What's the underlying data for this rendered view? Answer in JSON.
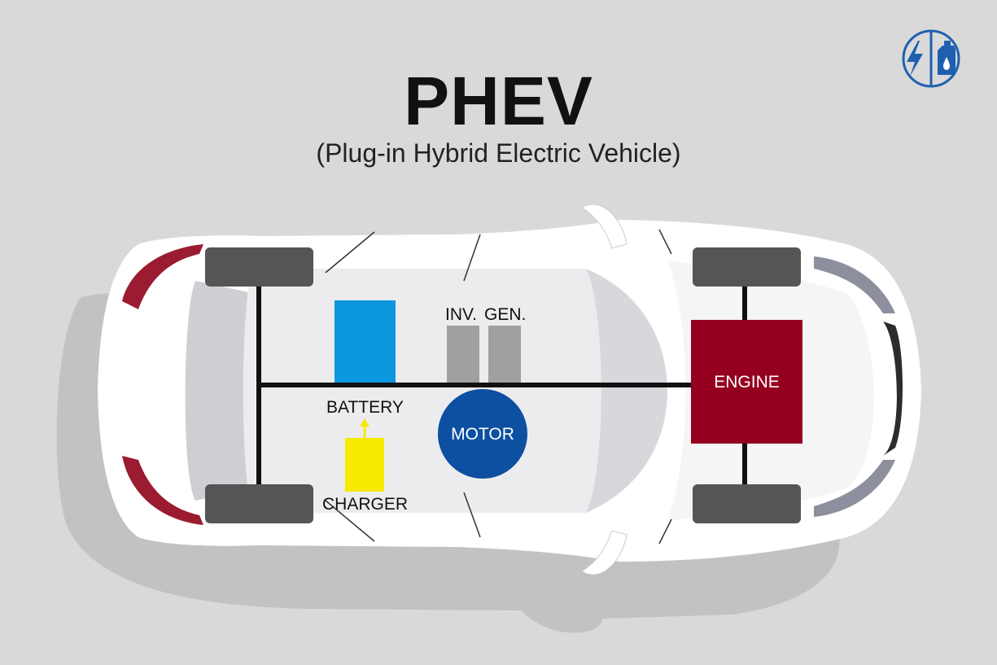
{
  "title": "PHEV",
  "subtitle": "(Plug-in Hybrid Electric Vehicle)",
  "logo": {
    "left_icon": "lightning-bolt-icon",
    "right_icon": "fuel-can-icon",
    "color": "#1f5fb0"
  },
  "components": {
    "battery": {
      "label": "BATTERY",
      "color": "#0b98de"
    },
    "inverter": {
      "label": "INV.",
      "color": "#a0a0a0"
    },
    "generator": {
      "label": "GEN.",
      "color": "#a0a0a0"
    },
    "motor": {
      "label": "MOTOR",
      "color": "#0d4fa0"
    },
    "engine": {
      "label": "ENGINE",
      "color": "#950020"
    },
    "charger": {
      "label": "CHARGER",
      "color": "#f6ea00"
    }
  },
  "colors": {
    "background": "#d9d9d9",
    "car_body": "#ffffff",
    "wheel": "#555555",
    "shaft": "#111111",
    "tail_light": "#9b1b30",
    "charge_arrow": "#f6ea00"
  }
}
